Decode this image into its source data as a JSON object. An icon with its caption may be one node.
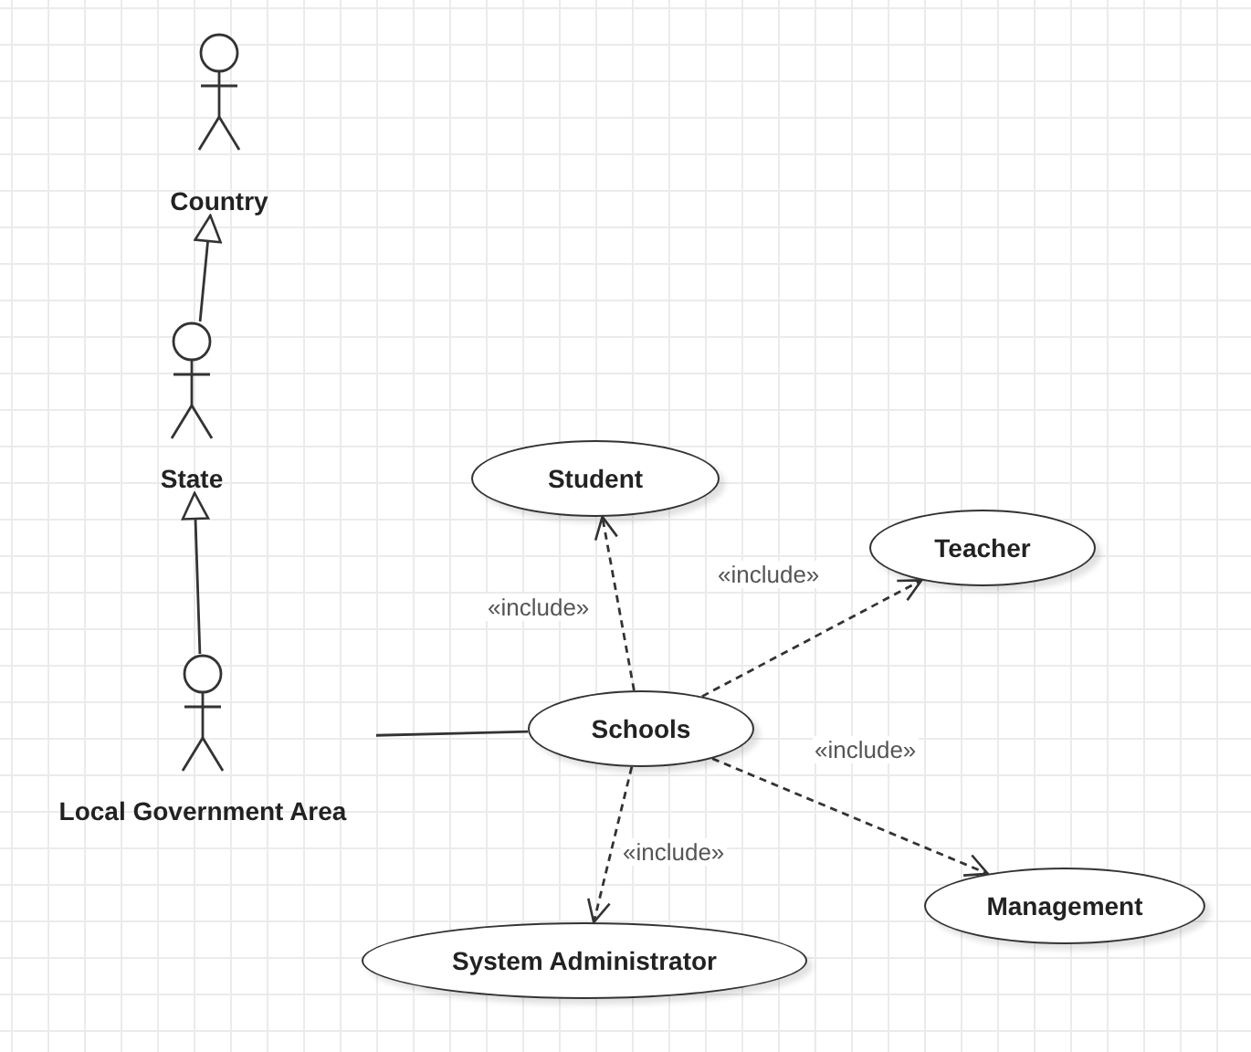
{
  "diagram": {
    "nodes": [
      {
        "text": [
          "Country"
        ]
      },
      {
        "text": [
          "State"
        ]
      },
      {
        "text": [
          "Student"
        ]
      },
      {
        "text": [
          "Teacher"
        ]
      },
      {
        "text": [
          "Local Government Area"
        ]
      },
      {
        "text": [
          "Schools"
        ]
      },
      {
        "text": [
          "Management"
        ]
      },
      {
        "text": [
          "System Administrator"
        ]
      }
    ],
    "edges": [
      {
        "from": 1,
        "to": 0,
        "arrow": "to"
      },
      {
        "from": 4,
        "to": 1,
        "arrow": "to"
      },
      {
        "from": 4,
        "to": 5,
        "arrow": "none"
      },
      {
        "from": 5,
        "to": 2,
        "arrow": "to",
        "style": "dashed",
        "label": "«include»"
      },
      {
        "from": 5,
        "to": 3,
        "arrow": "to",
        "style": "dashed",
        "label": "«include»"
      },
      {
        "from": 5,
        "to": 6,
        "arrow": "to",
        "style": "dashed",
        "label": "«include»"
      },
      {
        "from": 5,
        "to": 7,
        "arrow": "to",
        "style": "dashed",
        "label": "«include»"
      }
    ]
  }
}
